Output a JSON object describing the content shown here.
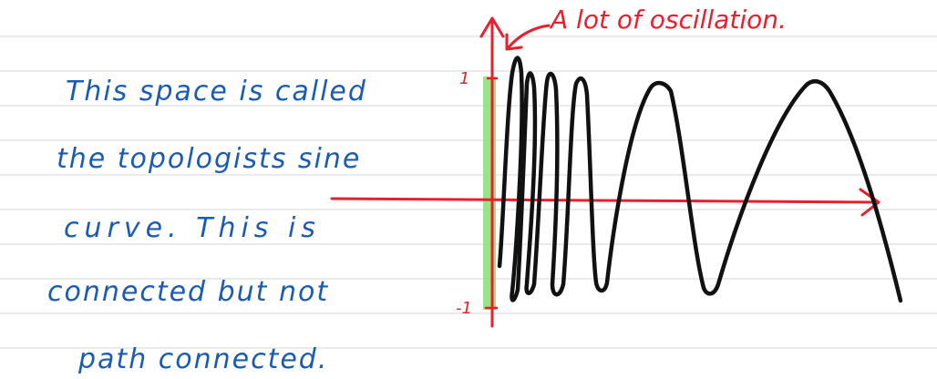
{
  "note": {
    "lines": [
      "This space is called",
      "the topologists sine",
      "curve. This is",
      "connected but not",
      "path connected."
    ]
  },
  "figure": {
    "annotation": "A lot of oscillation.",
    "y_top_label": "1",
    "y_bottom_label": "-1",
    "colors": {
      "axes": "#e8202e",
      "curve": "#111111",
      "segment_highlight": "#8fe07a",
      "text": "#1a5bb5",
      "rules": "#e3e3e3"
    }
  }
}
